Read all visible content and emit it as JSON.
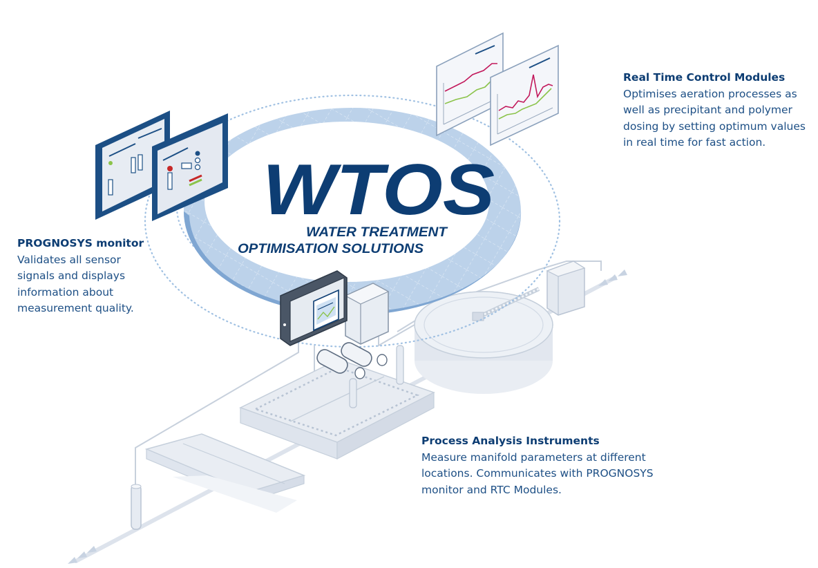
{
  "logo": {
    "wordmark": "WTOS",
    "tagline_line1": "WATER TREATMENT",
    "tagline_line2": "OPTIMISATION SOLUTIONS"
  },
  "callouts": {
    "rtc": {
      "title": "Real Time Control Modules",
      "text": "Optimises aeration processes as\nwell as precipitant and polymer\ndosing by setting optimum values\nin real time for fast action."
    },
    "prognosys": {
      "title": "PROGNOSYS monitor",
      "text": "Validates all sensor\nsignals and displays\ninformation about\nmeasurement quality."
    },
    "pai": {
      "title": "Process Analysis Instruments",
      "text": "Measure manifold parameters at different\nlocations. Communicates with PROGNOSYS\nmonitor and RTC Modules."
    }
  },
  "colors": {
    "brand_dark": "#0d3d73",
    "brand_text": "#1d4f85",
    "ring_light": "#bcd2ea",
    "ring_mid": "#7fa6d2",
    "line_gray": "#c7d0dc",
    "tank_fill": "#eef1f6",
    "chart_red": "#c2185b",
    "chart_green": "#8bc34a"
  },
  "icons": [
    "prognosys-screen-icon",
    "rtc-chart-panel-icon",
    "controller-unit-icon",
    "sensor-probe-icon",
    "clarifier-tank-icon",
    "settling-basin-icon",
    "junction-box-icon"
  ]
}
